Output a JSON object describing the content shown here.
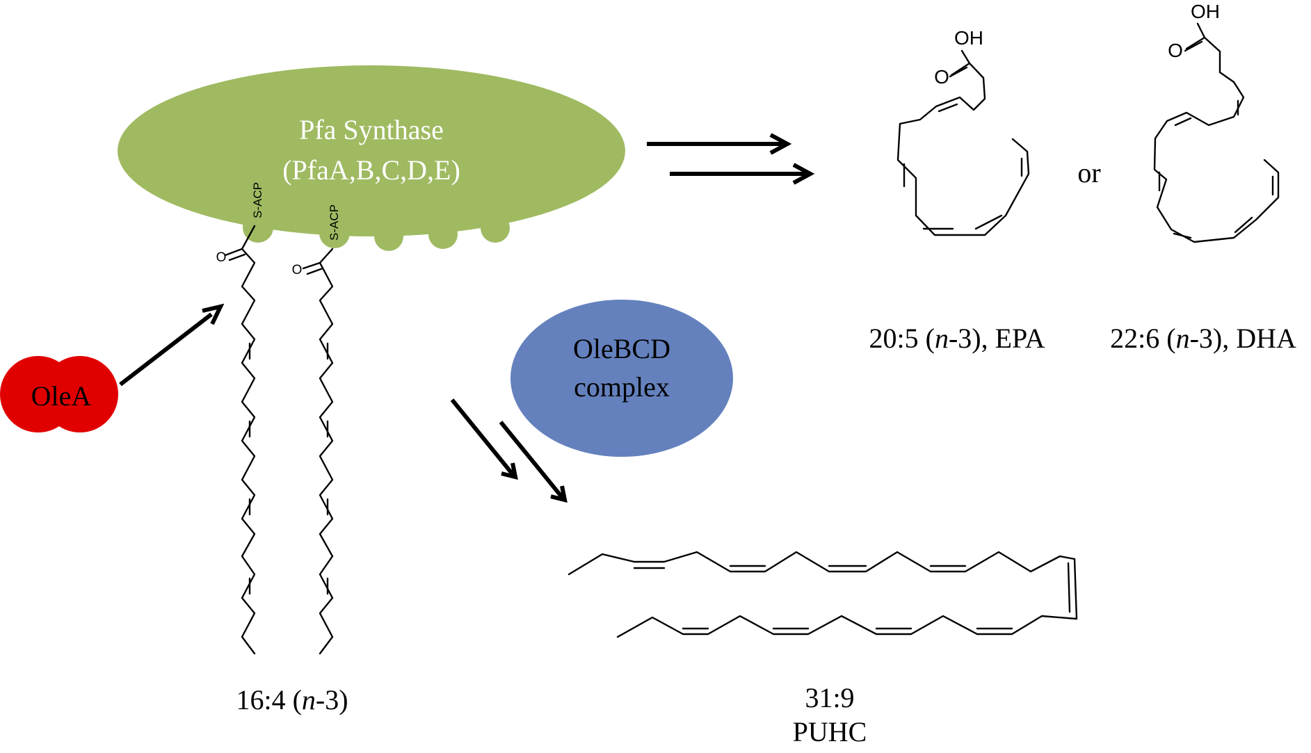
{
  "enzymes": {
    "pfa_synthase": {
      "line1": "Pfa Synthase",
      "line2": "(PfaA,B,C,D,E)",
      "color": "#9fba61"
    },
    "olea": {
      "label": "OleA",
      "color": "#e00000"
    },
    "olebcd": {
      "line1": "OleBCD",
      "line2": "complex",
      "color": "#6481bd"
    }
  },
  "carrier": {
    "acp_label": "S-ACP",
    "oxygen_label": "O"
  },
  "products": {
    "epa": {
      "oh_label": "OH",
      "o_label": "O",
      "name_prefix": "20:5 (",
      "name_italic": "n",
      "name_suffix": "-3), EPA"
    },
    "or_label": "or",
    "dha": {
      "oh_label": "OH",
      "o_label": "O",
      "name_prefix": "22:6 (",
      "name_italic": "n",
      "name_suffix": "-3), DHA"
    },
    "intermediate": {
      "name_prefix": "16:4 (",
      "name_italic": "n",
      "name_suffix": "-3)"
    },
    "puhc": {
      "line1": "31:9",
      "line2": "PUHC"
    }
  }
}
